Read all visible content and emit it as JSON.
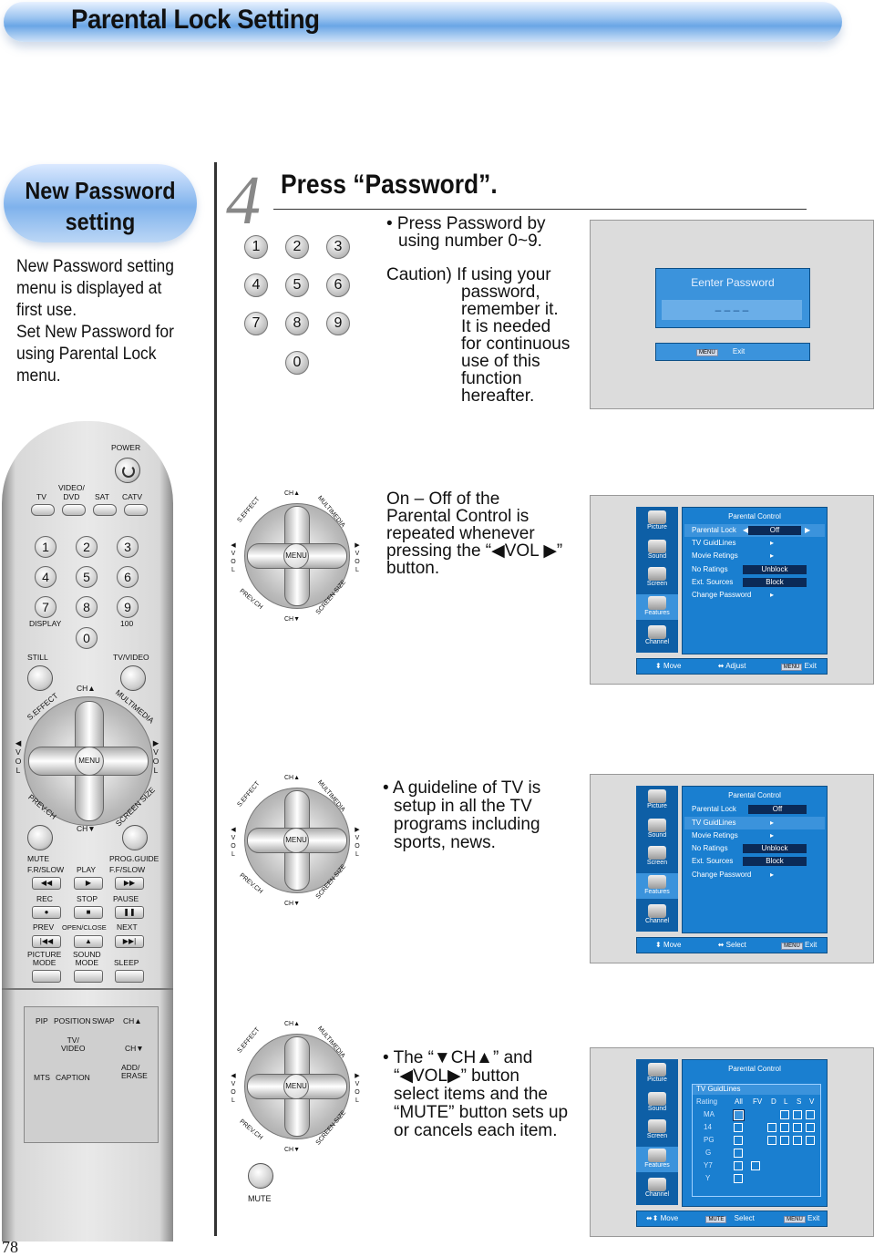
{
  "header": {
    "title": "Parental Lock Setting"
  },
  "left": {
    "pill_line1": "New Password",
    "pill_line2": "setting",
    "desc_lines": [
      "New Password setting",
      "menu is displayed at",
      "first use.",
      "Set New Password for",
      "using Parental Lock",
      "menu."
    ]
  },
  "page_number": "78",
  "step": {
    "number": "4",
    "title": "Press “Password”.",
    "bullet1_lines": [
      "• Press Password by",
      "using number 0~9."
    ],
    "caution_lines": [
      "Caution) If using your",
      "password,",
      "remember it.",
      "It is needed",
      "for continuous",
      "use of this",
      "function",
      "hereafter."
    ]
  },
  "keypad": [
    "1",
    "2",
    "3",
    "4",
    "5",
    "6",
    "7",
    "8",
    "9",
    "0"
  ],
  "section2": {
    "lines": [
      "On – Off of the",
      "Parental Control is",
      "repeated whenever",
      "pressing the “◀VOL ▶”",
      "button."
    ]
  },
  "section3": {
    "lines": [
      "• A guideline of TV is",
      "setup in all the TV",
      "programs including",
      "sports, news."
    ]
  },
  "section4": {
    "lines": [
      "• The  “▼CH▲” and",
      "“◀VOL▶” button",
      "select items and the",
      "“MUTE” button sets up",
      "or cancels each item."
    ]
  },
  "dpad": {
    "ch_up": "CH▲",
    "ch_down": "CH▼",
    "menu": "MENU",
    "s_effect": "S.EFFECT",
    "multimedia": "MULTIMEDIA",
    "prev_ch": "PREV.CH",
    "screen_size": "SCREEN SIZE",
    "vol": "VOL",
    "mute": "MUTE"
  },
  "screen1": {
    "title": "Eenter Password",
    "dashes": "–    –    –    –",
    "menu_badge": "MENU",
    "exit": "Exit"
  },
  "osd": {
    "title": "Parental Control",
    "sidebar": [
      "Picture",
      "Sound",
      "Screen",
      "Features",
      "Channel"
    ],
    "items": [
      "Parental Lock",
      "TV GuidLines",
      "Movie Retings",
      "No Ratings",
      "Ext. Sources",
      "Change Password"
    ],
    "val_off": "Off",
    "val_unblock": "Unblock",
    "val_block": "Block",
    "move": "Move",
    "adjust": "Adjust",
    "select": "Select",
    "menu_badge": "MENU",
    "mute_badge": "MUTE",
    "exit": "Exit"
  },
  "guide": {
    "heading": "TV GuidLines",
    "cols": [
      "Rating",
      "All",
      "FV",
      "D",
      "L",
      "S",
      "V"
    ],
    "rows": [
      "MA",
      "14",
      "PG",
      "G",
      "Y7",
      "Y"
    ]
  },
  "remote": {
    "power": "POWER",
    "src": [
      "TV",
      "VIDEO/\nDVD",
      "SAT",
      "CATV"
    ],
    "nums": [
      "1",
      "2",
      "3",
      "4",
      "5",
      "6",
      "7",
      "8",
      "9"
    ],
    "display": "DISPLAY",
    "hundred": "100",
    "zero": "0",
    "still": "STILL",
    "tvvideo": "TV/VIDEO",
    "mute": "MUTE",
    "prog": "PROG.GUIDE",
    "frslow": "F.R/SLOW",
    "play": "PLAY",
    "ffslow": "F.F/SLOW",
    "rec": "REC",
    "stop": "STOP",
    "pause": "PAUSE",
    "prev": "PREV",
    "openclose": "OPEN/CLOSE",
    "next": "NEXT",
    "picture_mode": "PICTURE\nMODE",
    "sound_mode": "SOUND\nMODE",
    "sleep": "SLEEP",
    "pip": "PIP",
    "position": "POSITION",
    "swap": "SWAP",
    "ch_up": "CH▲",
    "tvvideo2": "TV/\nVIDEO",
    "ch_down": "CH▼",
    "mts": "MTS",
    "caption": "CAPTION",
    "adderase": "ADD/\nERASE"
  }
}
